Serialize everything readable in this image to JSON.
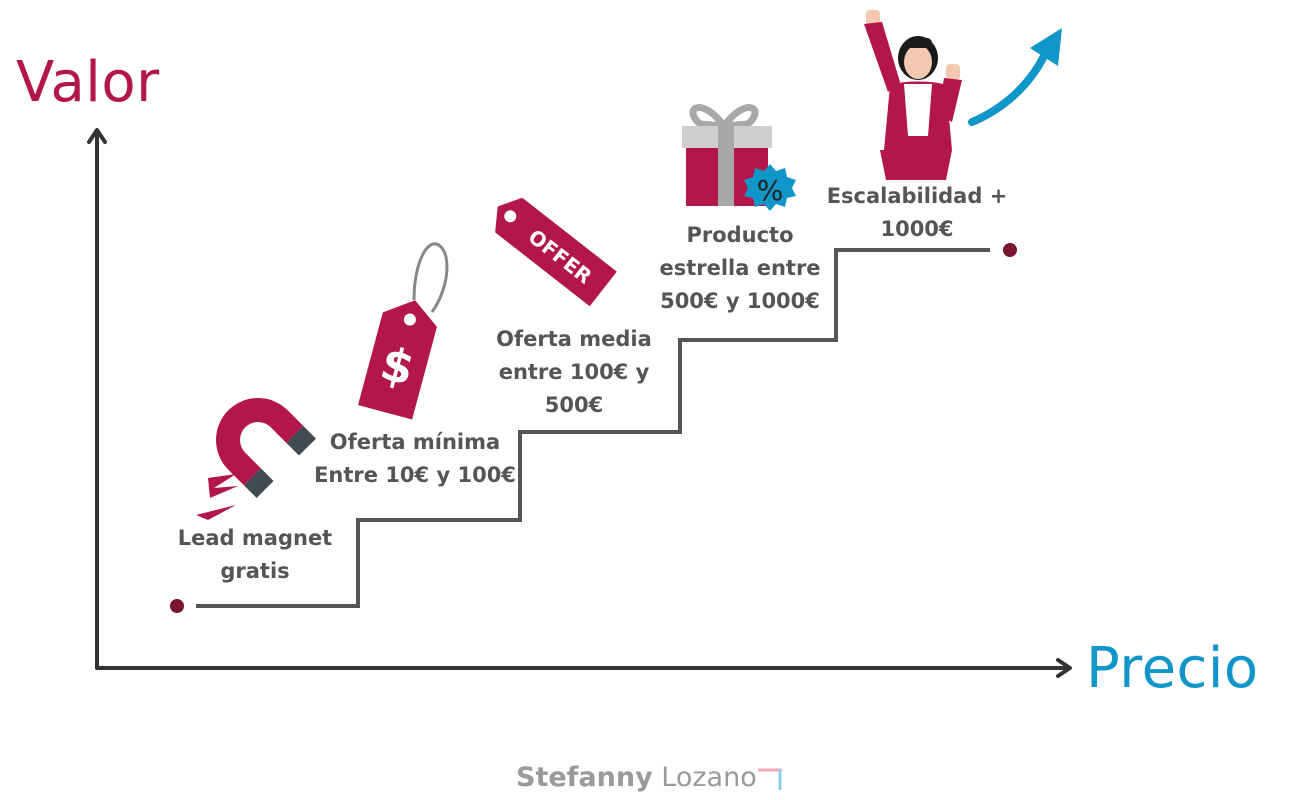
{
  "axes": {
    "y_label": "Valor",
    "x_label": "Precio"
  },
  "steps": [
    {
      "lines": [
        "Lead magnet",
        "gratis"
      ],
      "icon": "magnet-icon"
    },
    {
      "lines": [
        "Oferta mínima",
        "Entre 10€  y 100€"
      ],
      "icon": "price-tag-icon"
    },
    {
      "lines": [
        "Oferta media",
        "entre 100€ y",
        "500€"
      ],
      "icon": "offer-tag-icon"
    },
    {
      "lines": [
        "Producto",
        "estrella entre",
        "500€  y 1000€"
      ],
      "icon": "gift-icon"
    },
    {
      "lines": [
        "Escalabilidad +",
        "1000€"
      ],
      "icon": "celebrating-woman-icon"
    }
  ],
  "offer_tag_text": "OFFER",
  "gift_badge_text": "%",
  "brand": {
    "first": "Stefanny",
    "last": "Lozano"
  },
  "colors": {
    "primary": "#b3174a",
    "accent_blue": "#1196c9",
    "axis": "#333333",
    "stair_line": "#555555",
    "dot": "#7a1530",
    "text_gray": "#555555",
    "icon_dark": "#3f4a52",
    "gift_gray": "#a8a8a8"
  }
}
